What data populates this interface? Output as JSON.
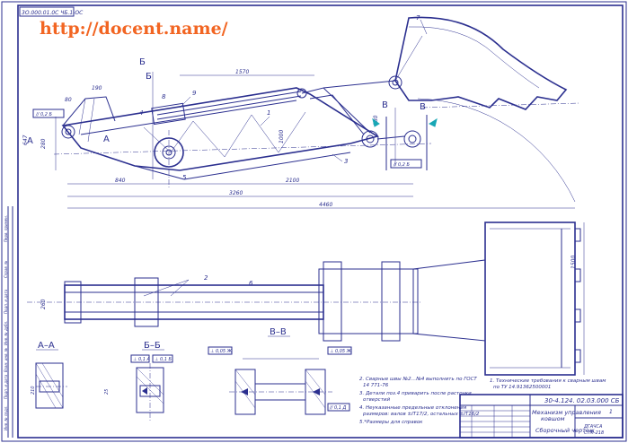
{
  "watermark": "http://docent.name/",
  "doc_code_rotated": "3О.000.01.0С ЧБ.1-ОС",
  "part_numbers": [
    "1",
    "2",
    "3",
    "4",
    "5",
    "6",
    "7",
    "8",
    "9",
    "2",
    "6"
  ],
  "dims": {
    "d1570": "1570",
    "d80": "80",
    "d190": "190",
    "d647": "647",
    "d280": "280",
    "d840": "840",
    "d2100": "2100",
    "d3260": "3260",
    "d4460": "4460",
    "d980": "980",
    "d1000": "1000",
    "d1500": "1500",
    "d260": "260",
    "d210": "210",
    "d25": "25"
  },
  "section_labels": {
    "aa": "А–А",
    "bb": "Б–Б",
    "vv": "В–В",
    "a_left": "А",
    "a_right": "А",
    "b_top": "Б",
    "b_bottom": "Б",
    "v_left": "В",
    "v_right": "В"
  },
  "notes": [
    "1. Технические требования к сварным швам",
    "по ТУ 14.91362500001",
    "2. Сварные швы №2…№4 выполнить по ГОСТ",
    "14 771-76",
    "3. Детали поз.4 приварить после расточки",
    "отверстий",
    "4. Неуказанные предельные отклонения",
    "размеров: валов ±IT17/2, остальных ±IT16/2",
    "5.*Размеры для справок"
  ],
  "title_block": {
    "code": "30-4.124. 02.03.000 СБ",
    "name1": "Механизм управления",
    "name2": "ковшом",
    "name3": "Сборочный чертеж",
    "sheet": "1",
    "org": "ДГАЧСА",
    "group": "СТМ-218"
  },
  "tolerance_frames": [
    "// 0,2 Б",
    "// 0,2 Б",
    "⊥ 0,1 А",
    "⊥ 0,1 Б",
    "⊥ 0,05 Ж",
    "⊥ 0,05 Ж",
    "// 0,1 Д"
  ],
  "left_border_labels": [
    "Перв. примен.",
    "Справ. №",
    "Подп. и дата",
    "Инв. № дубл.",
    "Взам. инв. №",
    "Подп. и дата",
    "Инв. № подл."
  ]
}
